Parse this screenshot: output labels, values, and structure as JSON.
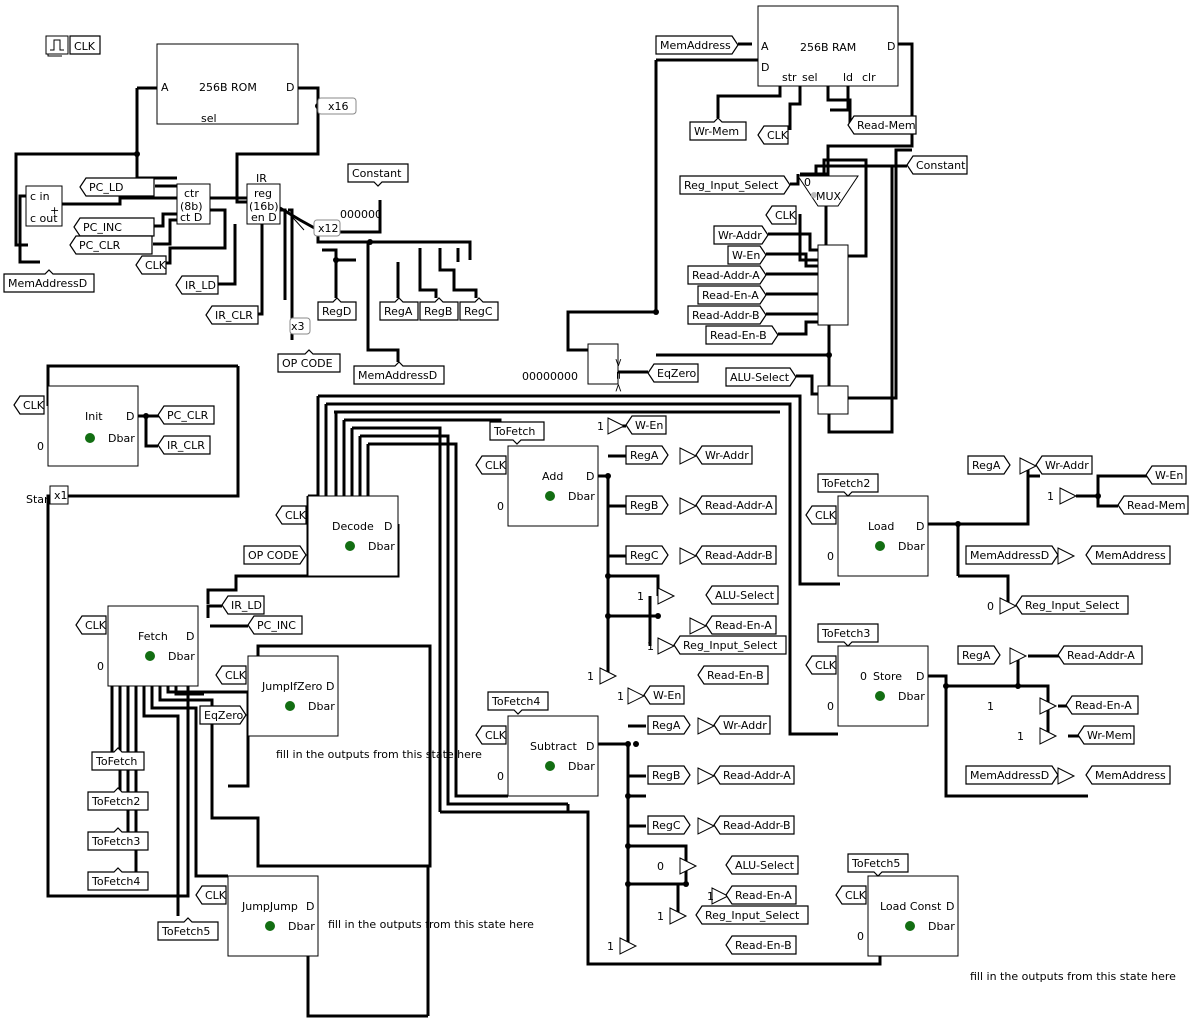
{
  "clk_label": "CLK",
  "rom": {
    "title": "256B ROM",
    "port_a": "A",
    "port_d": "D",
    "port_sel": "sel",
    "width_tag": "x16"
  },
  "ram": {
    "title": "256B RAM",
    "port_a": "A",
    "port_di": "D",
    "port_do": "D",
    "port_str": "str",
    "port_sel": "sel",
    "port_ld": "ld",
    "port_clr": "clr"
  },
  "adder": {
    "cin": "c in",
    "cout": "c out",
    "symbol": "+"
  },
  "counter": {
    "title": "ctr",
    "bits": "(8b)",
    "ports": "ct D"
  },
  "ir": {
    "label": "IR",
    "title": "reg",
    "bits": "(16b)",
    "ports": "en D"
  },
  "mux": {
    "label": "MUX",
    "sel": "0"
  },
  "comparator": {
    "constant": "00000000",
    "ports": "> = <"
  },
  "splitter_consts": {
    "zeros6": "000000",
    "x12": "x12",
    "x3": "x3"
  },
  "tags": {
    "pc_ld": "PC_LD",
    "pc_inc": "PC_INC",
    "pc_clr": "PC_CLR",
    "ir_ld": "IR_LD",
    "ir_clr": "IR_CLR",
    "mem_address_d": "MemAddressD",
    "mem_address": "MemAddress",
    "constant": "Constant",
    "reg_d": "RegD",
    "reg_a": "RegA",
    "reg_b": "RegB",
    "reg_c": "RegC",
    "op_code": "OP CODE",
    "wr_mem": "Wr-Mem",
    "read_mem": "Read-Mem",
    "reg_input_select": "Reg_Input_Select",
    "wr_addr": "Wr-Addr",
    "w_en": "W-En",
    "read_addr_a": "Read-Addr-A",
    "read_en_a": "Read-En-A",
    "read_addr_b": "Read-Addr-B",
    "read_en_b": "Read-En-B",
    "alu_select": "ALU-Select",
    "eq_zero": "EqZero",
    "to_fetch": "ToFetch",
    "to_fetch2": "ToFetch2",
    "to_fetch3": "ToFetch3",
    "to_fetch4": "ToFetch4",
    "to_fetch5": "ToFetch5",
    "start": "Start",
    "x1": "x1",
    "one": "1",
    "zero": "0"
  },
  "states": {
    "init": "Init",
    "decode": "Decode",
    "fetch": "Fetch",
    "jump_if_zero": "JumpIfZero",
    "jump_jump": "JumpJump",
    "add": "Add",
    "subtract": "Subtract",
    "load": "Load",
    "store": "Store",
    "load_const": "Load Const",
    "d": "D",
    "dbar": "Dbar"
  },
  "notes": {
    "fill": "fill in the outputs from this state here"
  }
}
